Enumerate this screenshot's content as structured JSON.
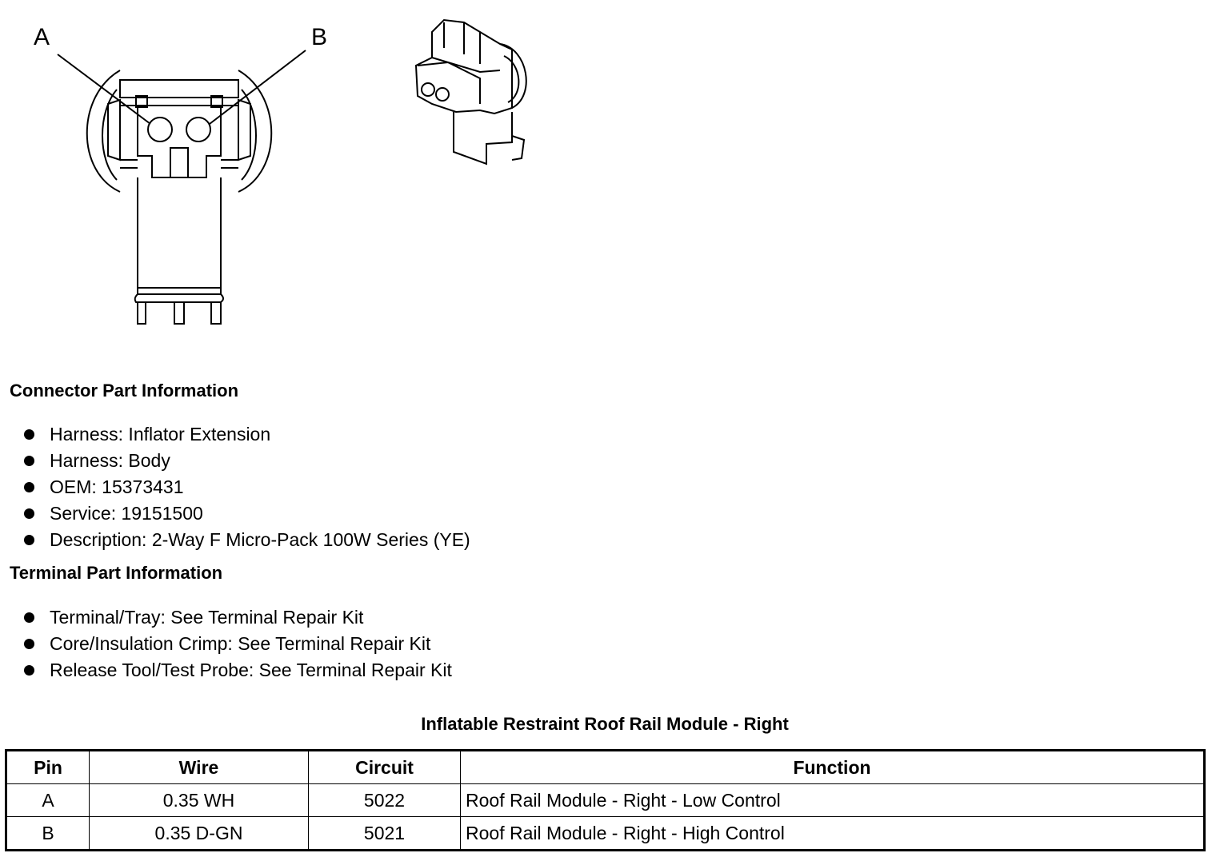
{
  "diagram": {
    "callout_a": "A",
    "callout_b": "B"
  },
  "connector_info": {
    "heading": "Connector Part Information",
    "items": [
      "Harness: Inflator Extension",
      "Harness: Body",
      "OEM: 15373431",
      "Service: 19151500",
      "Description: 2-Way F Micro-Pack 100W Series (YE)"
    ]
  },
  "terminal_info": {
    "heading": "Terminal Part Information",
    "items": [
      "Terminal/Tray: See Terminal Repair Kit",
      "Core/Insulation Crimp: See Terminal Repair Kit",
      "Release Tool/Test Probe: See Terminal Repair Kit"
    ]
  },
  "pin_table": {
    "title": "Inflatable Restraint Roof Rail Module - Right",
    "headers": [
      "Pin",
      "Wire",
      "Circuit",
      "Function"
    ],
    "rows": [
      [
        "A",
        "0.35 WH",
        "5022",
        "Roof Rail Module - Right - Low Control"
      ],
      [
        "B",
        "0.35 D-GN",
        "5021",
        "Roof Rail Module - Right - High Control"
      ]
    ]
  }
}
